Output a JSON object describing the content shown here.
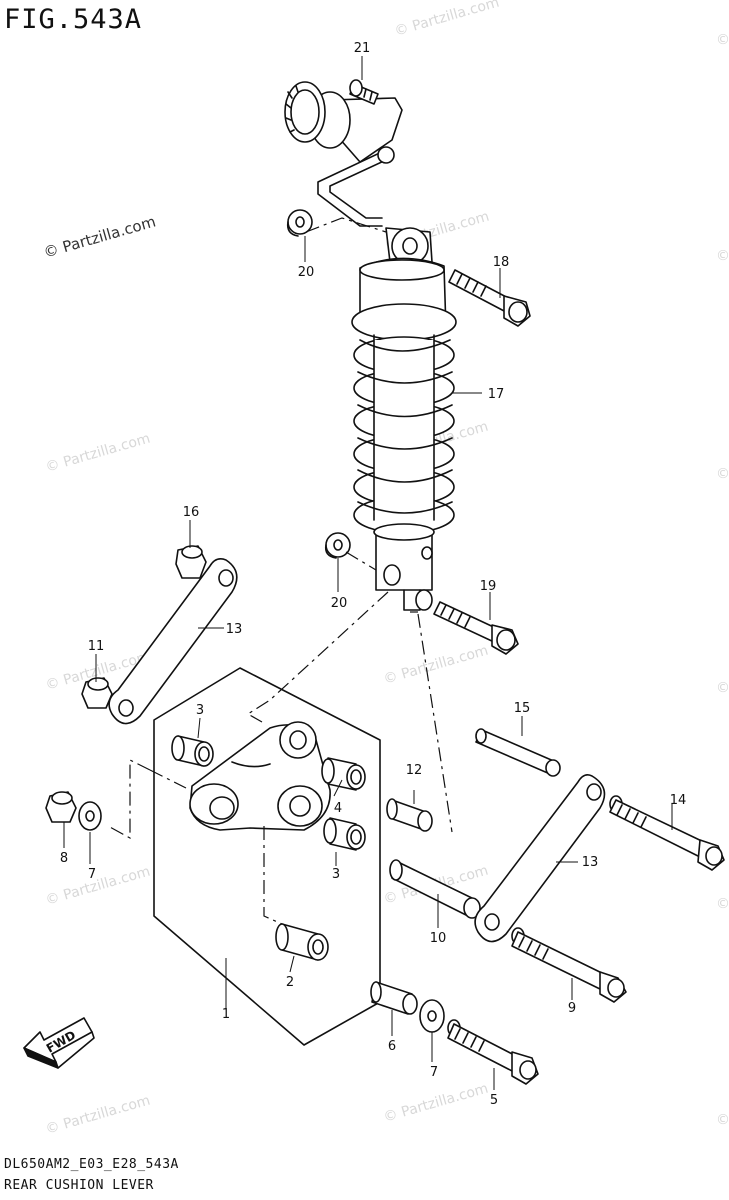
{
  "figure": {
    "title": "FIG.543A",
    "code": "DL650AM2_E03_E28_543A",
    "name": "REAR CUSHION LEVER"
  },
  "watermark": {
    "text": "© Partzilla.com",
    "edge_symbol": "©"
  },
  "fwd_label": "FWD",
  "callouts": {
    "c1": "1",
    "c2": "2",
    "c3a": "3",
    "c3b": "3",
    "c4": "4",
    "c5": "5",
    "c6": "6",
    "c7a": "7",
    "c7b": "7",
    "c8": "8",
    "c9": "9",
    "c10": "10",
    "c11": "11",
    "c12": "12",
    "c13a": "13",
    "c13b": "13",
    "c14": "14",
    "c15": "15",
    "c16": "16",
    "c17": "17",
    "c18": "18",
    "c19": "19",
    "c20a": "20",
    "c20b": "20",
    "c21": "21"
  }
}
